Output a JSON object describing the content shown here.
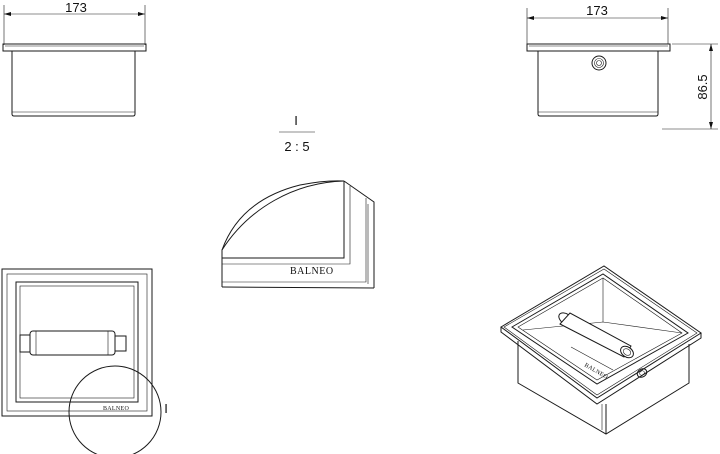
{
  "dimensions": {
    "front_width": "173",
    "right_width": "173",
    "right_height": "86.5"
  },
  "detail": {
    "label": "I",
    "scale": "2 : 5",
    "callout_label": "I"
  },
  "brand": "BALNEO"
}
